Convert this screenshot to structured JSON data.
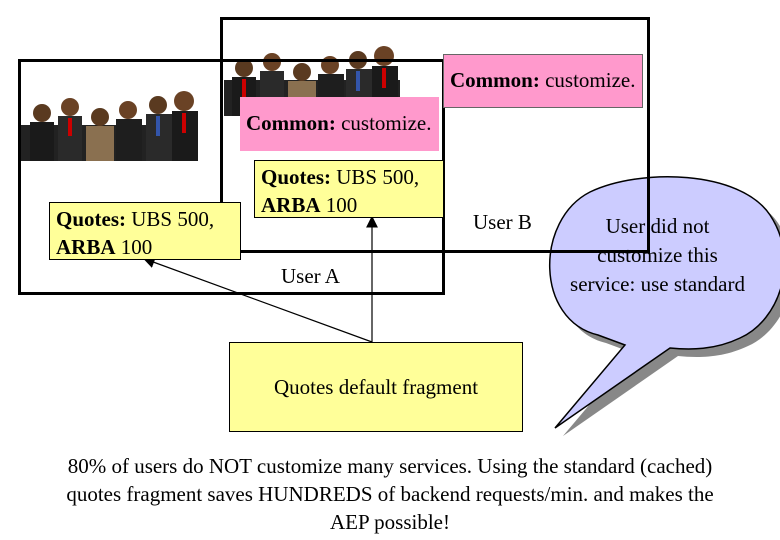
{
  "user_a": {
    "label": "User A",
    "common_bold": "Common:",
    "common_text": " customize.",
    "quotes_bold": "Quotes:",
    "quotes_text": " UBS 500,",
    "quotes_bold2": "ARBA",
    "quotes_text2": " 100"
  },
  "user_b": {
    "label": "User B",
    "common_bold": "Common:",
    "common_text": " customize.",
    "quotes_bold": "Quotes:",
    "quotes_text": " UBS 500,",
    "quotes_bold2": "ARBA",
    "quotes_text2": " 100"
  },
  "default_fragment": "Quotes default fragment",
  "bubble": "User did not customize this service: use standard",
  "caption": "80% of users do NOT customize many services. Using the standard (cached) quotes fragment saves HUNDREDS of backend requests/min. and makes the AEP possible!",
  "colors": {
    "yellow": "#ffff99",
    "pink": "#ff99cc",
    "bubble": "#ccccff"
  }
}
